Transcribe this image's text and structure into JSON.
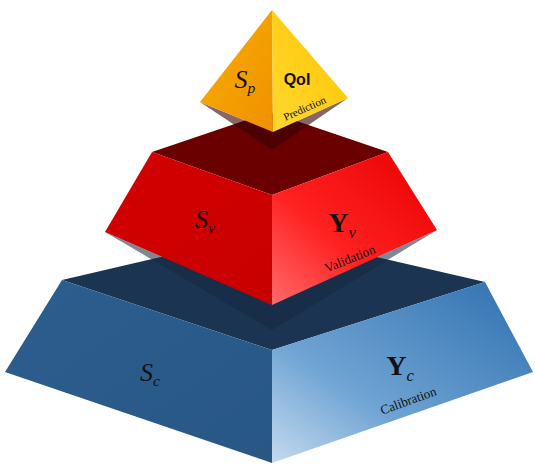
{
  "diagram": {
    "nodes": [
      {
        "text": [
          "Sp",
          "QoI",
          "Prediction"
        ]
      },
      {
        "text": [
          "Sv",
          "Yv",
          "Validation"
        ]
      },
      {
        "text": [
          "Sc",
          "Yc",
          "Calibration"
        ]
      }
    ]
  }
}
